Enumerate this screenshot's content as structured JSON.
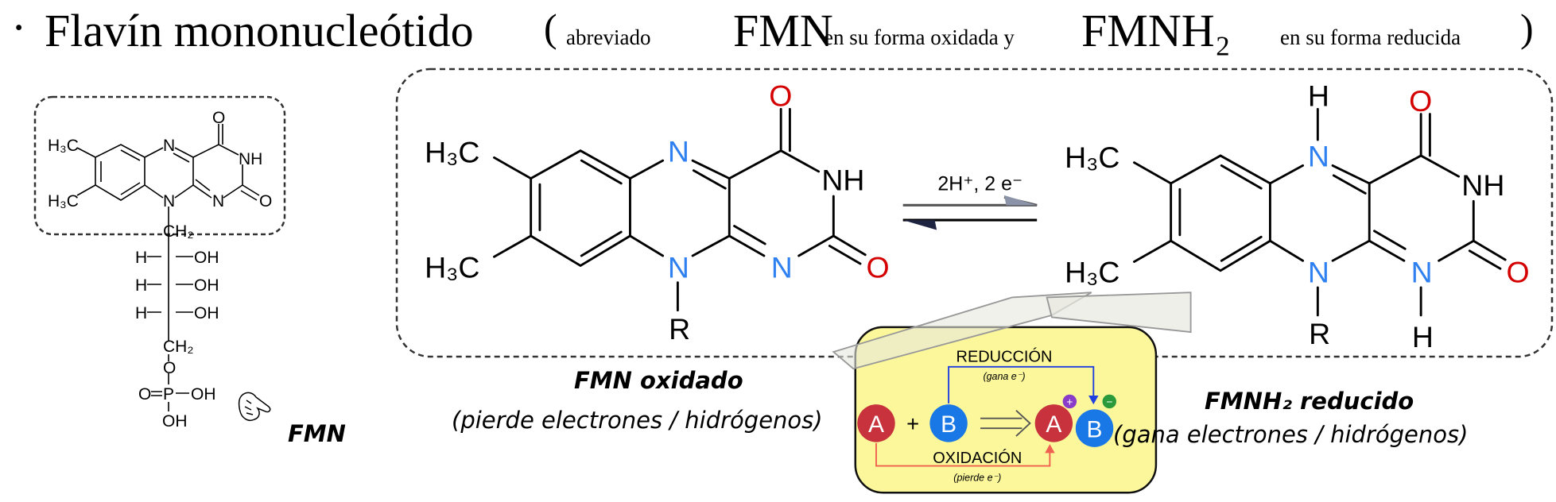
{
  "title": {
    "bullet": "·",
    "main": "Flavín mononucleótido",
    "open_paren": "(",
    "abbr_prefix": "abreviado",
    "fmn": "FMN",
    "oxidized_text": "en su forma oxidada y",
    "fmnh2": "FMNH₂",
    "reduced_text": "en su forma reducida",
    "close_paren": ")"
  },
  "left_structure": {
    "h3c": "H₃C",
    "n": "N",
    "nh": "NH",
    "o": "O",
    "ch2": "CH₂",
    "h": "H",
    "oh": "OH",
    "p": "P",
    "label": "FMN"
  },
  "oxidized_structure": {
    "h3c": "H₃C",
    "n": "N",
    "nh": "NH",
    "o": "O",
    "r": "R"
  },
  "reduced_structure": {
    "h3c": "H₃C",
    "n": "N",
    "nh": "NH",
    "o": "O",
    "r": "R",
    "h": "H"
  },
  "reaction": {
    "reagents": "2H⁺, 2 e⁻"
  },
  "captions": {
    "oxidized_title": "FMN oxidado",
    "oxidized_sub": "(pierde electrones / hidrógenos)",
    "reduced_title": "FMNH₂ reducido",
    "reduced_sub": "(gana electrones / hidrógenos)"
  },
  "redox_box": {
    "reduction": "REDUCCIÓN",
    "reduction_sub": "(gana e⁻)",
    "oxidation": "OXIDACIÓN",
    "oxidation_sub": "(pierde e⁻)",
    "a": "A",
    "b": "B",
    "plus": "+",
    "plus_badge": "+",
    "minus_badge": "−",
    "colors": {
      "a": "#c8323c",
      "b": "#1a78e6",
      "box": "#fbf79a"
    }
  },
  "colors": {
    "nitrogen": "#2f80f0",
    "oxygen": "#d40000"
  }
}
